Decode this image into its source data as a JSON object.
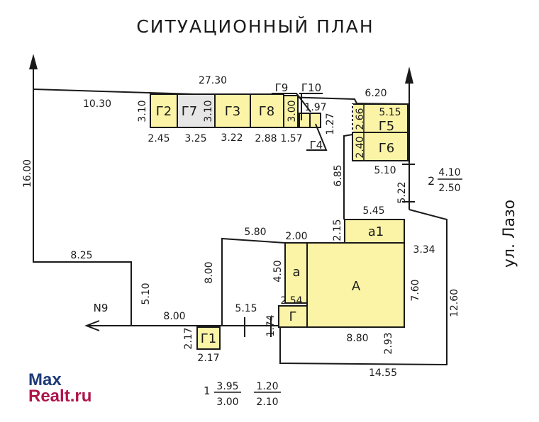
{
  "title": "СИТУАЦИОННЫЙ ПЛАН",
  "street": "ул. Лазо",
  "north_label": "N9",
  "watermark": {
    "line1": "Max",
    "line2": "Realt.ru"
  },
  "buildings": {
    "g2": "Г2",
    "g7": "Г7",
    "g3": "Г3",
    "g8": "Г8",
    "g4": "Г4",
    "g9": "Г9",
    "g10": "Г10",
    "g5": "Г5",
    "g6": "Г6",
    "a1": "а1",
    "A": "А",
    "a": "а",
    "g": "Г",
    "g1": "Г1"
  },
  "dims": {
    "d2730": "27.30",
    "d1030": "10.30",
    "d310a": "3.10",
    "d310b": "3.10",
    "d300": "3.00",
    "d197": "1.97",
    "d127": "1.27",
    "d245": "2.45",
    "d325": "3.25",
    "d322": "3.22",
    "d288": "2.88",
    "d157": "1.57",
    "d620": "6.20",
    "d266": "2.66",
    "d515a": "5.15",
    "d240": "2.40",
    "d510a": "5.10",
    "d522": "5.22",
    "d685": "6.85",
    "d1600": "16.00",
    "d825": "8.25",
    "d510b": "5.10",
    "d800a": "8.00",
    "d800b": "8.00",
    "d580": "5.80",
    "d200": "2.00",
    "d215": "2.15",
    "d545": "5.45",
    "d450": "4.50",
    "d334": "3.34",
    "d760": "7.60",
    "d1260": "12.60",
    "d254": "2.54",
    "d174": "1.74",
    "d515b": "5.15",
    "d217a": "2.17",
    "d217b": "2.17",
    "d880": "8.80",
    "d293": "2.93",
    "d1455": "14.55"
  },
  "fraction2": {
    "num": "2",
    "top": "4.10",
    "bottom": "2.50"
  },
  "fraction1": {
    "num": "1",
    "top1": "3.95",
    "bottom1": "3.00",
    "top2": "1.20",
    "bottom2": "2.10"
  }
}
